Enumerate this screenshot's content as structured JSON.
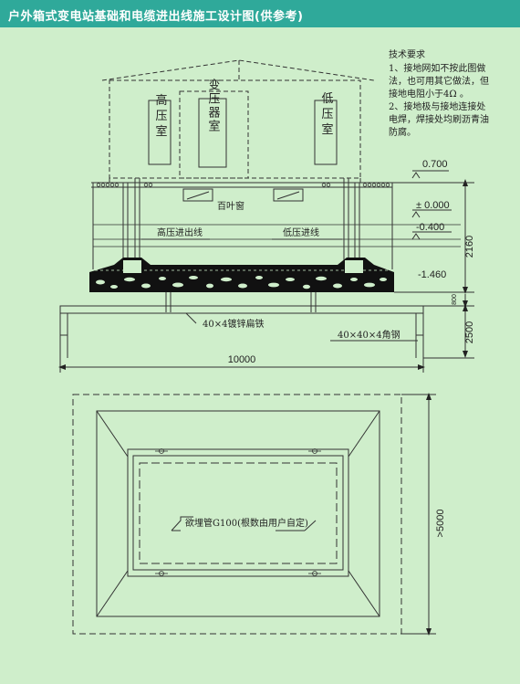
{
  "title": "户外箱式变电站基础和电缆进出线施工设计图(供参考)",
  "notes": {
    "heading": "技术要求",
    "lines": [
      "1、接地网如不按此图做",
      "法，也可用其它做法，但",
      "接地电阻小于4Ω 。",
      "2、接地极与接地连接处",
      "电焊，焊接处均刷沥青油",
      "防腐。"
    ]
  },
  "rooms": {
    "hv": "高压室",
    "transformer": "变压器室",
    "lv": "低压室"
  },
  "labels": {
    "louver": "百叶窗",
    "hv_inlet": "高压进出线",
    "lv_inlet": "低压进线",
    "flat_steel": "40×4镀锌扁铁",
    "angle_steel": "40×40×4角钢",
    "pipe": "欲埋管G100(根数由用户自定)"
  },
  "elevations": {
    "top": "0.700",
    "zero": "± 0.000",
    "neg1": "-0.400",
    "neg2": "-1.460"
  },
  "dimensions": {
    "d2160": "2160",
    "d800": "800",
    "d2500": "2500",
    "d10000": "10000",
    "d5000": ">5000"
  }
}
